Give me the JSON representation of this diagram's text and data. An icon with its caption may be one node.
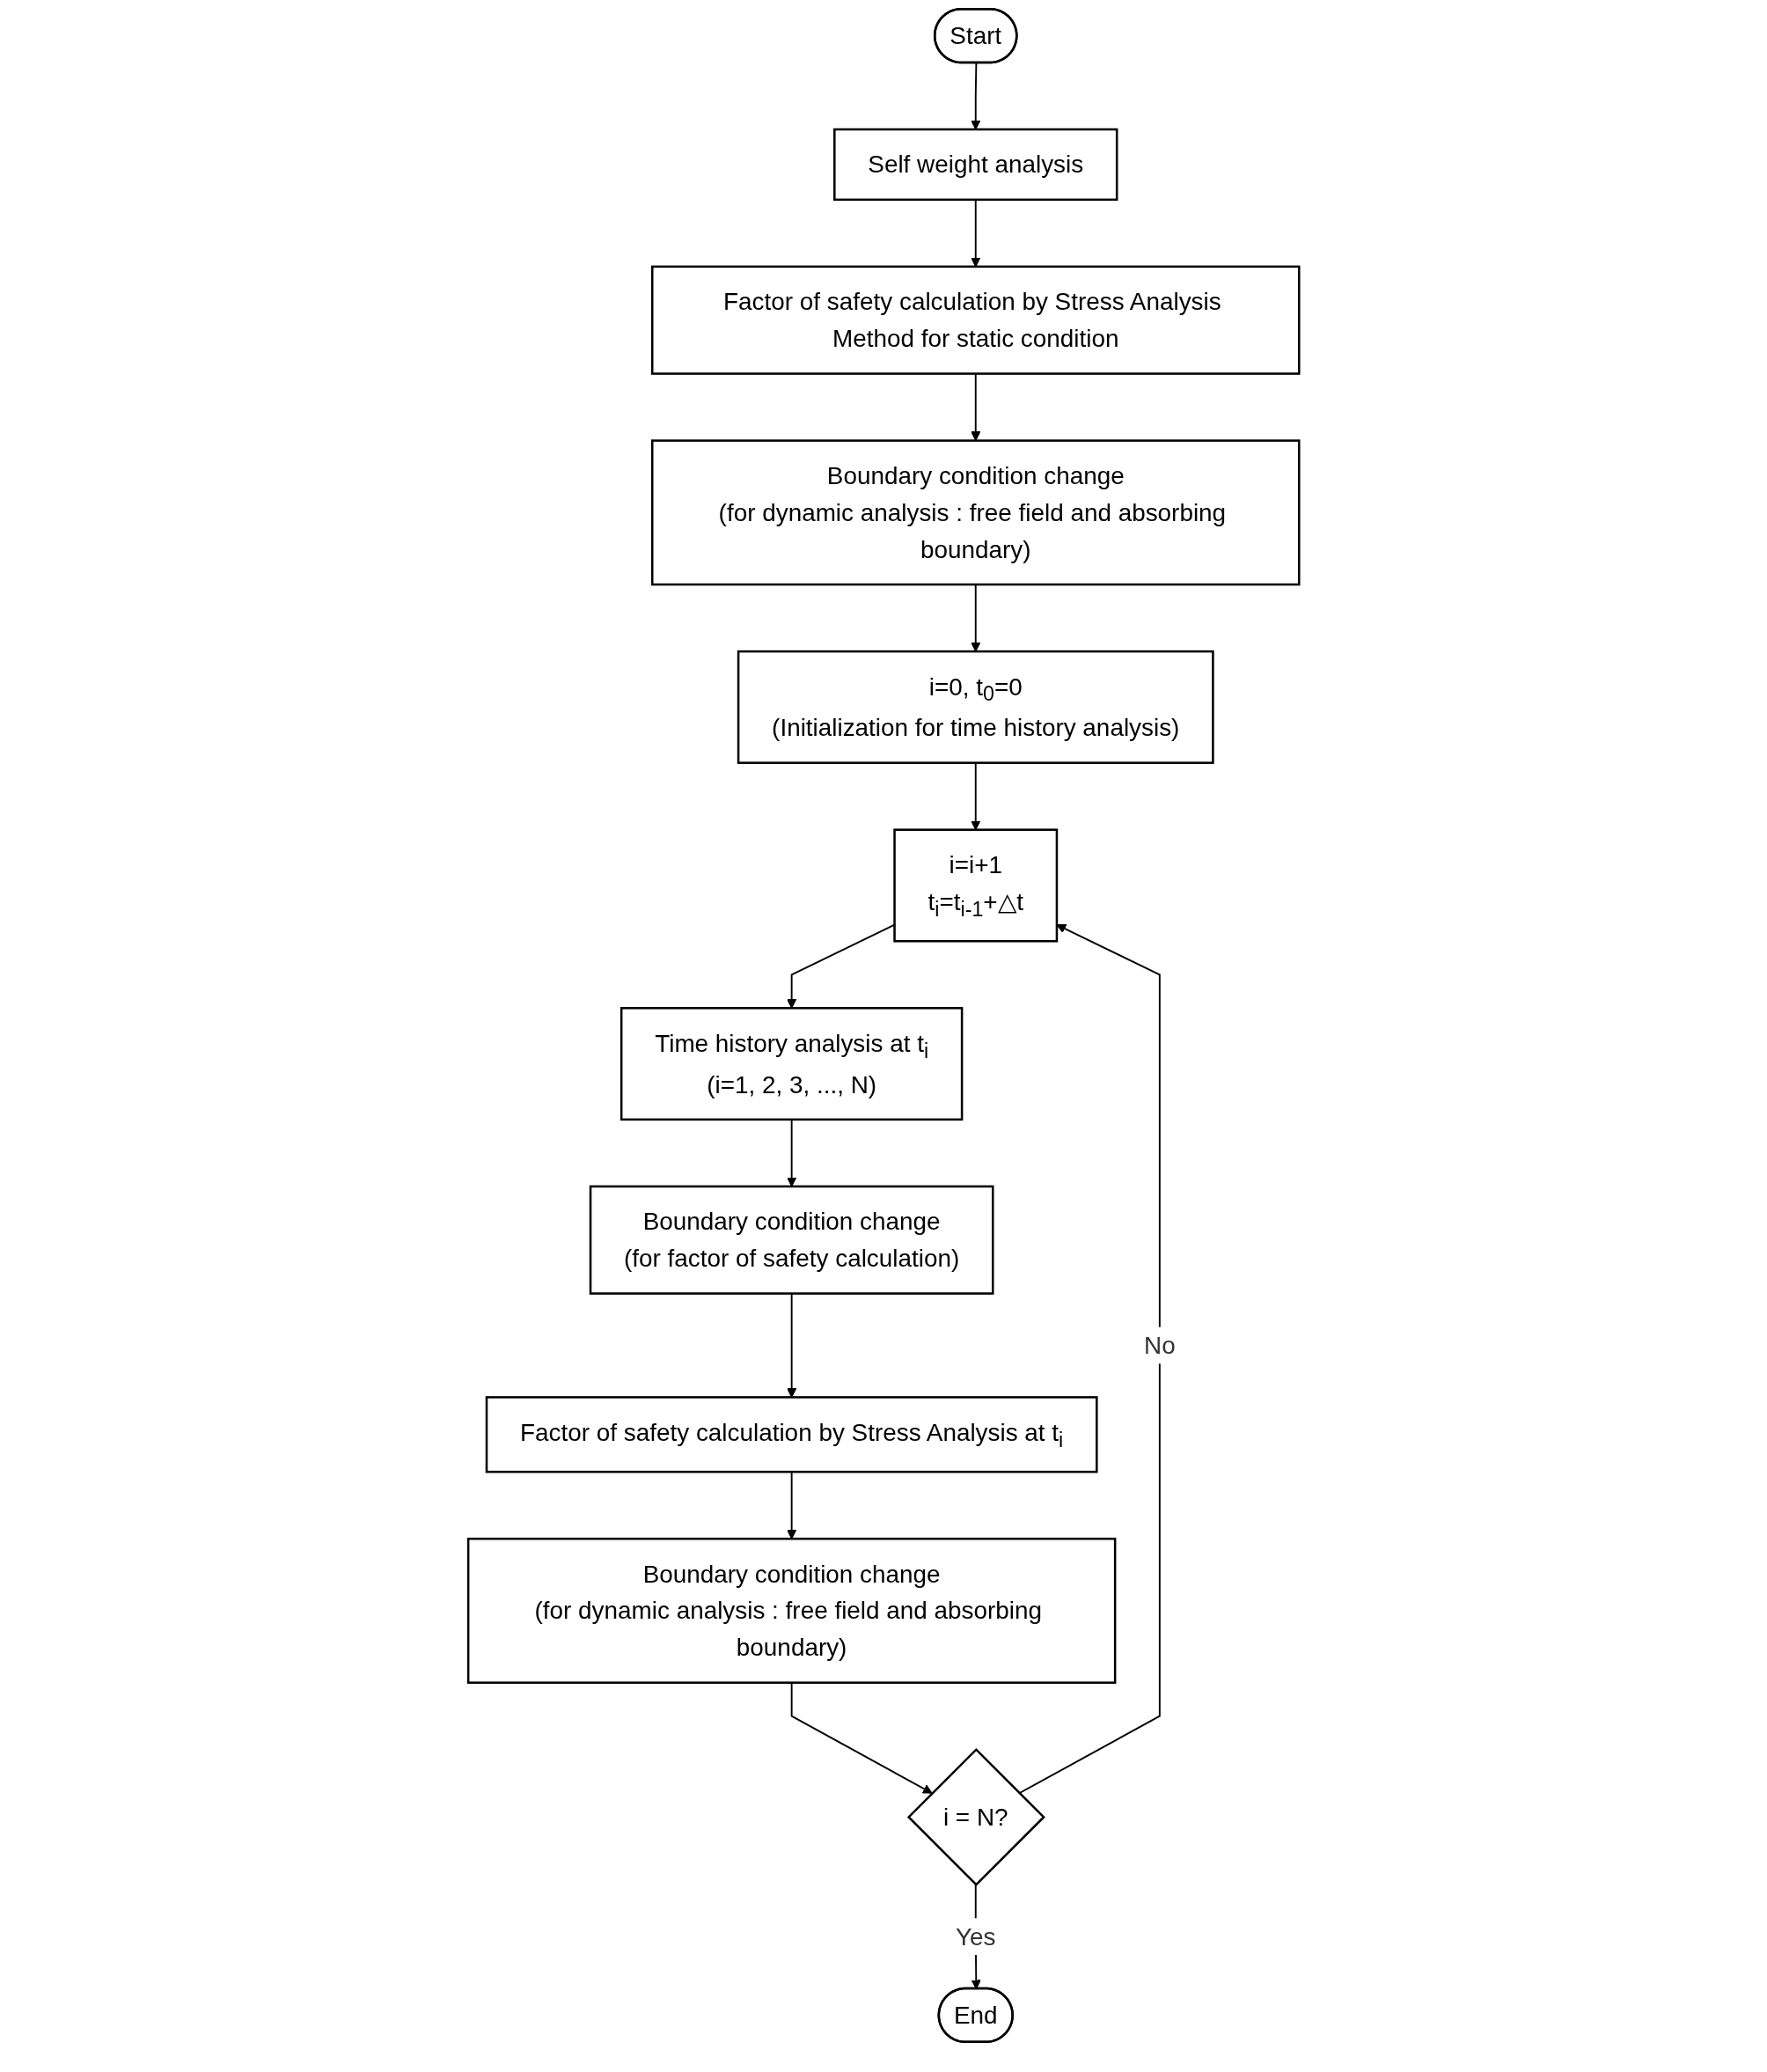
{
  "diagram": {
    "nodes": [
      {
        "text": [
          "Start"
        ]
      },
      {
        "text": [
          "Self weight analysis"
        ]
      },
      {
        "text": [
          "Factor of safety calculation by Stress Analysis Method for static condition"
        ]
      },
      {
        "text": [
          "Boundary condition change",
          "(for dynamic analysis : free field and absorbing boundary)"
        ]
      },
      {
        "text": [
          "i=0, t$_{0}$=0",
          "(Initialization for time history analysis)"
        ]
      },
      {
        "text": [
          "i=i+1",
          "t$_{i}$=t$_{i-1}$+△t"
        ]
      },
      {
        "text": [
          "Time history analysis at t$_{i}$",
          "(i=1, 2, 3, ..., N)"
        ]
      },
      {
        "text": [
          "Boundary condition change",
          "(for factor of safety calculation)"
        ]
      },
      {
        "text": [
          "Factor of safety calculation by Stress Analysis at t$_{i}$"
        ]
      },
      {
        "text": [
          "Boundary condition change",
          "(for dynamic analysis : free field and absorbing boundary)"
        ]
      },
      {
        "text": [
          "i = N?"
        ]
      },
      {
        "text": [
          "End"
        ]
      }
    ],
    "edges": [
      {
        "from": 0,
        "to": 1,
        "arrow": "to"
      },
      {
        "from": 1,
        "to": 2,
        "arrow": "to"
      },
      {
        "from": 2,
        "to": 3,
        "arrow": "to"
      },
      {
        "from": 3,
        "to": 4,
        "arrow": "to"
      },
      {
        "from": 4,
        "to": 5,
        "arrow": "to"
      },
      {
        "from": 5,
        "to": 6,
        "arrow": "to"
      },
      {
        "from": 6,
        "to": 7,
        "arrow": "to"
      },
      {
        "from": 7,
        "to": 8,
        "arrow": "to"
      },
      {
        "from": 8,
        "to": 9,
        "arrow": "to"
      },
      {
        "from": 9,
        "to": 10,
        "arrow": "to"
      },
      {
        "from": 10,
        "to": 5,
        "label": "No",
        "arrow": "to"
      },
      {
        "from": 10,
        "to": 11,
        "label": "Yes",
        "arrow": "to"
      }
    ]
  }
}
